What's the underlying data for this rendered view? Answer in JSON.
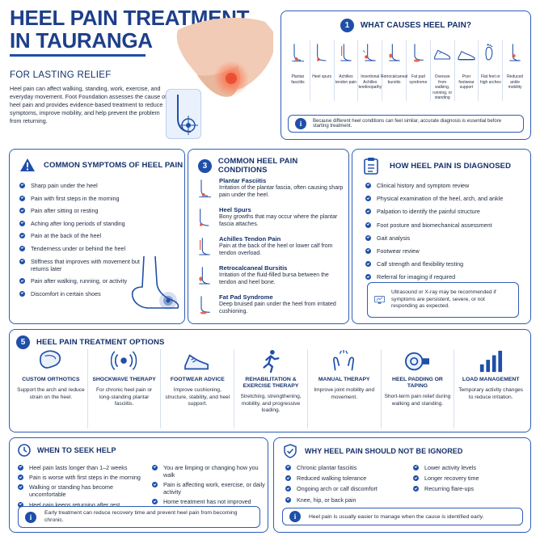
{
  "header": {
    "title_line1": "HEEL PAIN TREATMENT",
    "title_line2": "IN TAURANGA",
    "subtitle": "FOR LASTING RELIEF",
    "intro": "Heel pain can affect walking, standing, work, exercise, and everyday movement. Foot Foundation assesses the cause of heel pain and provides evidence-based treatment to reduce symptoms, improve mobility, and help prevent the problem from returning."
  },
  "causes": {
    "number": "1",
    "title": "WHAT CAUSES HEEL PAIN?",
    "items": [
      {
        "label": "Plantar fasciitis",
        "icon": "foot-arch-icon"
      },
      {
        "label": "Heel spurs",
        "icon": "heel-bone-icon"
      },
      {
        "label": "Achilles tendon pain",
        "icon": "ankle-tendon-icon"
      },
      {
        "label": "Insertional Achilles tendinopathy",
        "icon": "tendon-insertion-icon"
      },
      {
        "label": "Retrocalcaneal bursitis",
        "icon": "bursa-icon"
      },
      {
        "label": "Fat pad syndrome",
        "icon": "fat-pad-icon"
      },
      {
        "label": "Overuse from walking, running, or standing",
        "icon": "running-shoe-icon"
      },
      {
        "label": "Poor footwear support",
        "icon": "shoe-icon"
      },
      {
        "label": "Flat feet or high arches",
        "icon": "footprint-icon"
      },
      {
        "label": "Reduced ankle mobility",
        "icon": "ankle-icon"
      }
    ],
    "note": "Because different heel conditions can feel similar, accurate diagnosis is essential before starting treatment."
  },
  "symptoms": {
    "title": "COMMON SYMPTOMS OF HEEL PAIN",
    "items": [
      "Sharp pain under the heel",
      "Pain with first steps in the morning",
      "Pain after sitting or resting",
      "Aching after long periods of standing",
      "Pain at the back of the heel",
      "Tenderness under or behind the heel",
      "Stiffness that improves with movement but returns later",
      "Pain after walking, running, or activity",
      "Discomfort in certain shoes"
    ]
  },
  "conditions": {
    "number": "3",
    "title": "COMMON HEEL PAIN CONDITIONS",
    "items": [
      {
        "name": "Plantar Fasciitis",
        "desc": "Irritation of the plantar fascia, often causing sharp pain under the heel."
      },
      {
        "name": "Heel Spurs",
        "desc": "Bony growths that may occur where the plantar fascia attaches."
      },
      {
        "name": "Achilles Tendon Pain",
        "desc": "Pain at the back of the heel or lower calf from tendon overload."
      },
      {
        "name": "Retrocalcaneal Bursitis",
        "desc": "Irritation of the fluid-filled bursa between the tendon and heel bone."
      },
      {
        "name": "Fat Pad Syndrome",
        "desc": "Deep bruised pain under the heel from irritated cushioning."
      }
    ]
  },
  "diagnosis": {
    "title": "HOW HEEL PAIN IS DIAGNOSED",
    "items": [
      "Clinical history and symptom review",
      "Physical examination of the heel, arch, and ankle",
      "Palpation to identify the painful structure",
      "Foot posture and biomechanical assessment",
      "Gait analysis",
      "Footwear review",
      "Calf strength and flexibility testing",
      "Referral for imaging if required"
    ],
    "note": "Ultrasound or X-ray may be recommended if symptoms are persistent, severe, or not responding as expected."
  },
  "treatment": {
    "number": "5",
    "title": "HEEL PAIN TREATMENT OPTIONS",
    "items": [
      {
        "title": "CUSTOM ORTHOTICS",
        "desc": "Support the arch and reduce strain on the heel.",
        "icon": "insole-icon"
      },
      {
        "title": "SHOCKWAVE THERAPY",
        "desc": "For chronic heel pain or long-standing plantar fasciitis.",
        "icon": "shockwave-icon"
      },
      {
        "title": "FOOTWEAR ADVICE",
        "desc": "Improve cushioning, structure, stability, and heel support.",
        "icon": "sneaker-icon"
      },
      {
        "title": "REHABILITATION & EXERCISE THERAPY",
        "desc": "Stretching, strengthening, mobility, and progressive loading.",
        "icon": "runner-icon"
      },
      {
        "title": "MANUAL THERAPY",
        "desc": "Improve joint mobility and movement.",
        "icon": "hands-icon"
      },
      {
        "title": "HEEL PADDING OR TAPING",
        "desc": "Short-term pain relief during walking and standing.",
        "icon": "tape-icon"
      },
      {
        "title": "LOAD MANAGEMENT",
        "desc": "Temporary activity changes to reduce irritation.",
        "icon": "bar-chart-icon"
      }
    ]
  },
  "seek_help": {
    "title": "WHEN TO SEEK HELP",
    "col1": [
      "Heel pain lasts longer than 1–2 weeks",
      "Pain is worse with first steps in the morning",
      "Walking or standing has become uncomfortable",
      "Heel pain keeps returning after rest"
    ],
    "col2": [
      "You are limping or changing how you walk",
      "Pain is affecting work, exercise, or daily activity",
      "Home treatment has not improved symptoms"
    ],
    "note": "Early treatment can reduce recovery time and prevent heel pain from becoming chronic."
  },
  "ignore": {
    "title": "WHY HEEL PAIN SHOULD NOT BE IGNORED",
    "col1": [
      "Chronic plantar fasciitis",
      "Reduced walking tolerance",
      "Ongoing arch or calf discomfort",
      "Knee, hip, or back pain"
    ],
    "col2": [
      "Lower activity levels",
      "Longer recovery time",
      "Recurring flare-ups"
    ],
    "note": "Heel pain is usually easier to manage when the cause is identified early."
  },
  "colors": {
    "brand": "#1f4fa8",
    "border": "#2f5db5",
    "pain": "#e64a2e"
  }
}
